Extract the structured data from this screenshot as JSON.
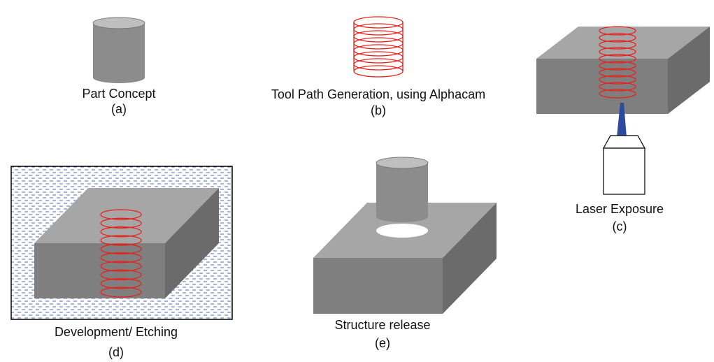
{
  "colors": {
    "block_top": "#a6a6a6",
    "block_front": "#7f7f7f",
    "block_side": "#6b6b6b",
    "cyl_body": "#8c8c8c",
    "cyl_top": "#bfbfbf",
    "toolpath": "#e8201a",
    "laser": "#2e4a9e",
    "etch_dash": "#4a6fc4"
  },
  "panels": {
    "a": {
      "caption": "Part Concept",
      "label": "(a)"
    },
    "b": {
      "caption": "Tool Path Generation, using Alphacam",
      "label": "(b)"
    },
    "c": {
      "caption": "Laser Exposure",
      "label": "(c)"
    },
    "d": {
      "caption": "Development/ Etching",
      "label": "(d)"
    },
    "e": {
      "caption": "Structure release",
      "label": "(e)"
    }
  }
}
